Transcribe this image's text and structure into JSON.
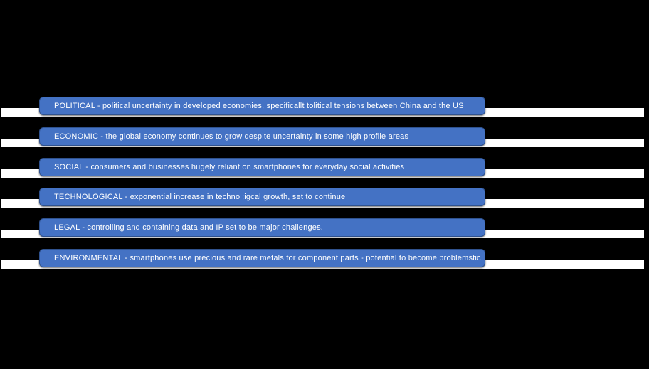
{
  "slide": {
    "background_color": "#000000",
    "bar_fill_color": "#4472C4",
    "bar_border_color": "#2F528F",
    "strip_color": "#FFFFFF",
    "text_color": "#FFFFFF"
  },
  "rows": [
    {
      "category": "POLITICAL",
      "label": "POLITICAL - political uncertainty in developed economies, specificallt tolitical tensions between China and the US"
    },
    {
      "category": "ECONOMIC",
      "label": "ECONOMIC - the global economy continues to grow despite uncertainty in some high profile areas"
    },
    {
      "category": "SOCIAL",
      "label": "SOCIAL - consumers and businesses hugely reliant on smartphones for everyday social activities"
    },
    {
      "category": "TECHNOLOGICAL",
      "label": "TECHNOLOGICAL - exponential increase in technol;igcal growth, set to continue"
    },
    {
      "category": "LEGAL",
      "label": "LEGAL - controlling and containing data and IP set to be major challenges."
    },
    {
      "category": "ENVIRONMENTAL",
      "label": "ENVIRONMENTAL - smartphones use precious and rare metals for component parts - potential to become problemstic"
    }
  ]
}
